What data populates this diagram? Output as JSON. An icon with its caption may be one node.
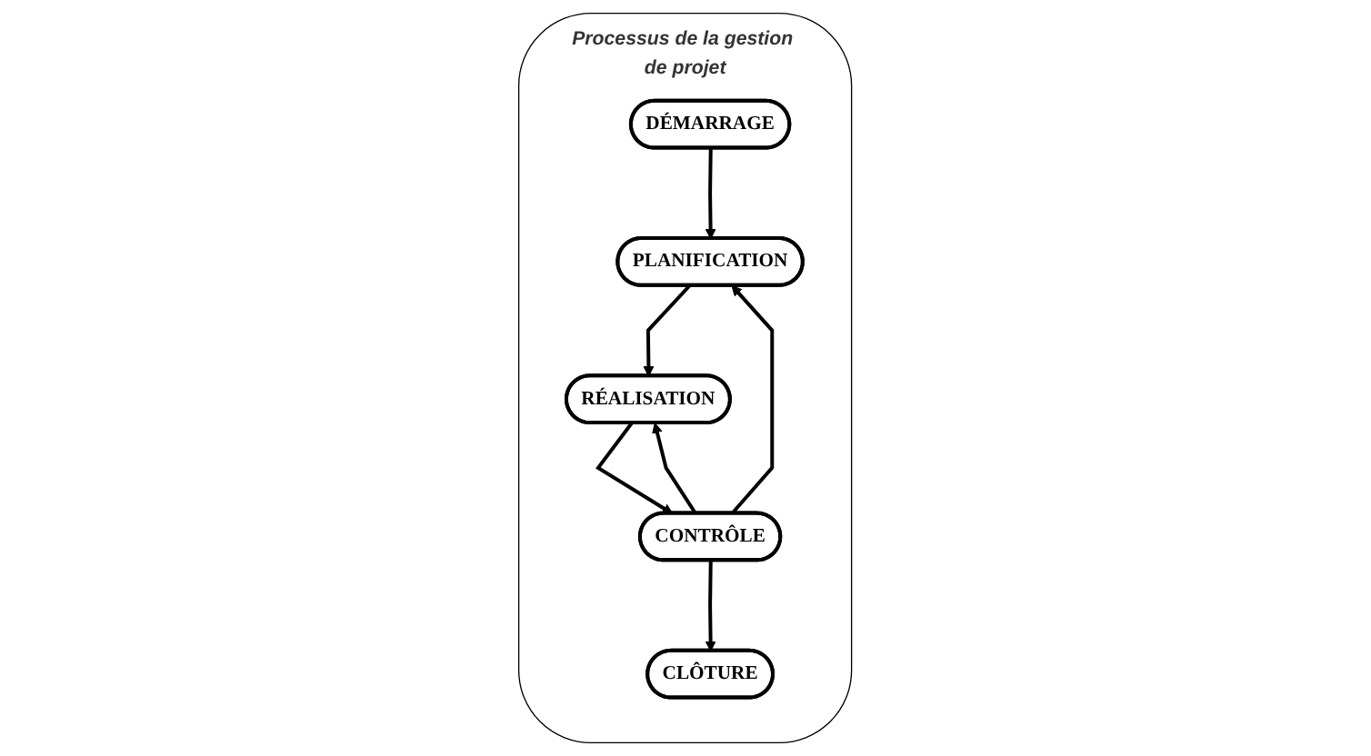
{
  "diagram": {
    "nodes": [
      {
        "text": [
          "Processus de la gestion de projet"
        ]
      },
      {
        "text": [
          "DÉMARRAGE"
        ],
        "in": 0
      },
      {
        "text": [
          "PLANIFICATION"
        ],
        "in": 0
      },
      {
        "text": [
          "CONTRÔLE"
        ],
        "in": 0
      },
      {
        "text": [
          "RÉALISATION"
        ],
        "in": 0
      },
      {
        "text": [
          "CLÔTURE"
        ],
        "in": 0
      }
    ],
    "edges": [
      {
        "from": 1,
        "to": 2,
        "arrow": "to"
      },
      {
        "from": 2,
        "to": 4,
        "arrow": "to"
      },
      {
        "from": 3,
        "to": 2,
        "arrow": "to"
      },
      {
        "from": 4,
        "to": 3,
        "arrow": "to"
      },
      {
        "from": 3,
        "to": 4,
        "arrow": "to"
      },
      {
        "from": 3,
        "to": 5,
        "arrow": "to"
      }
    ]
  }
}
